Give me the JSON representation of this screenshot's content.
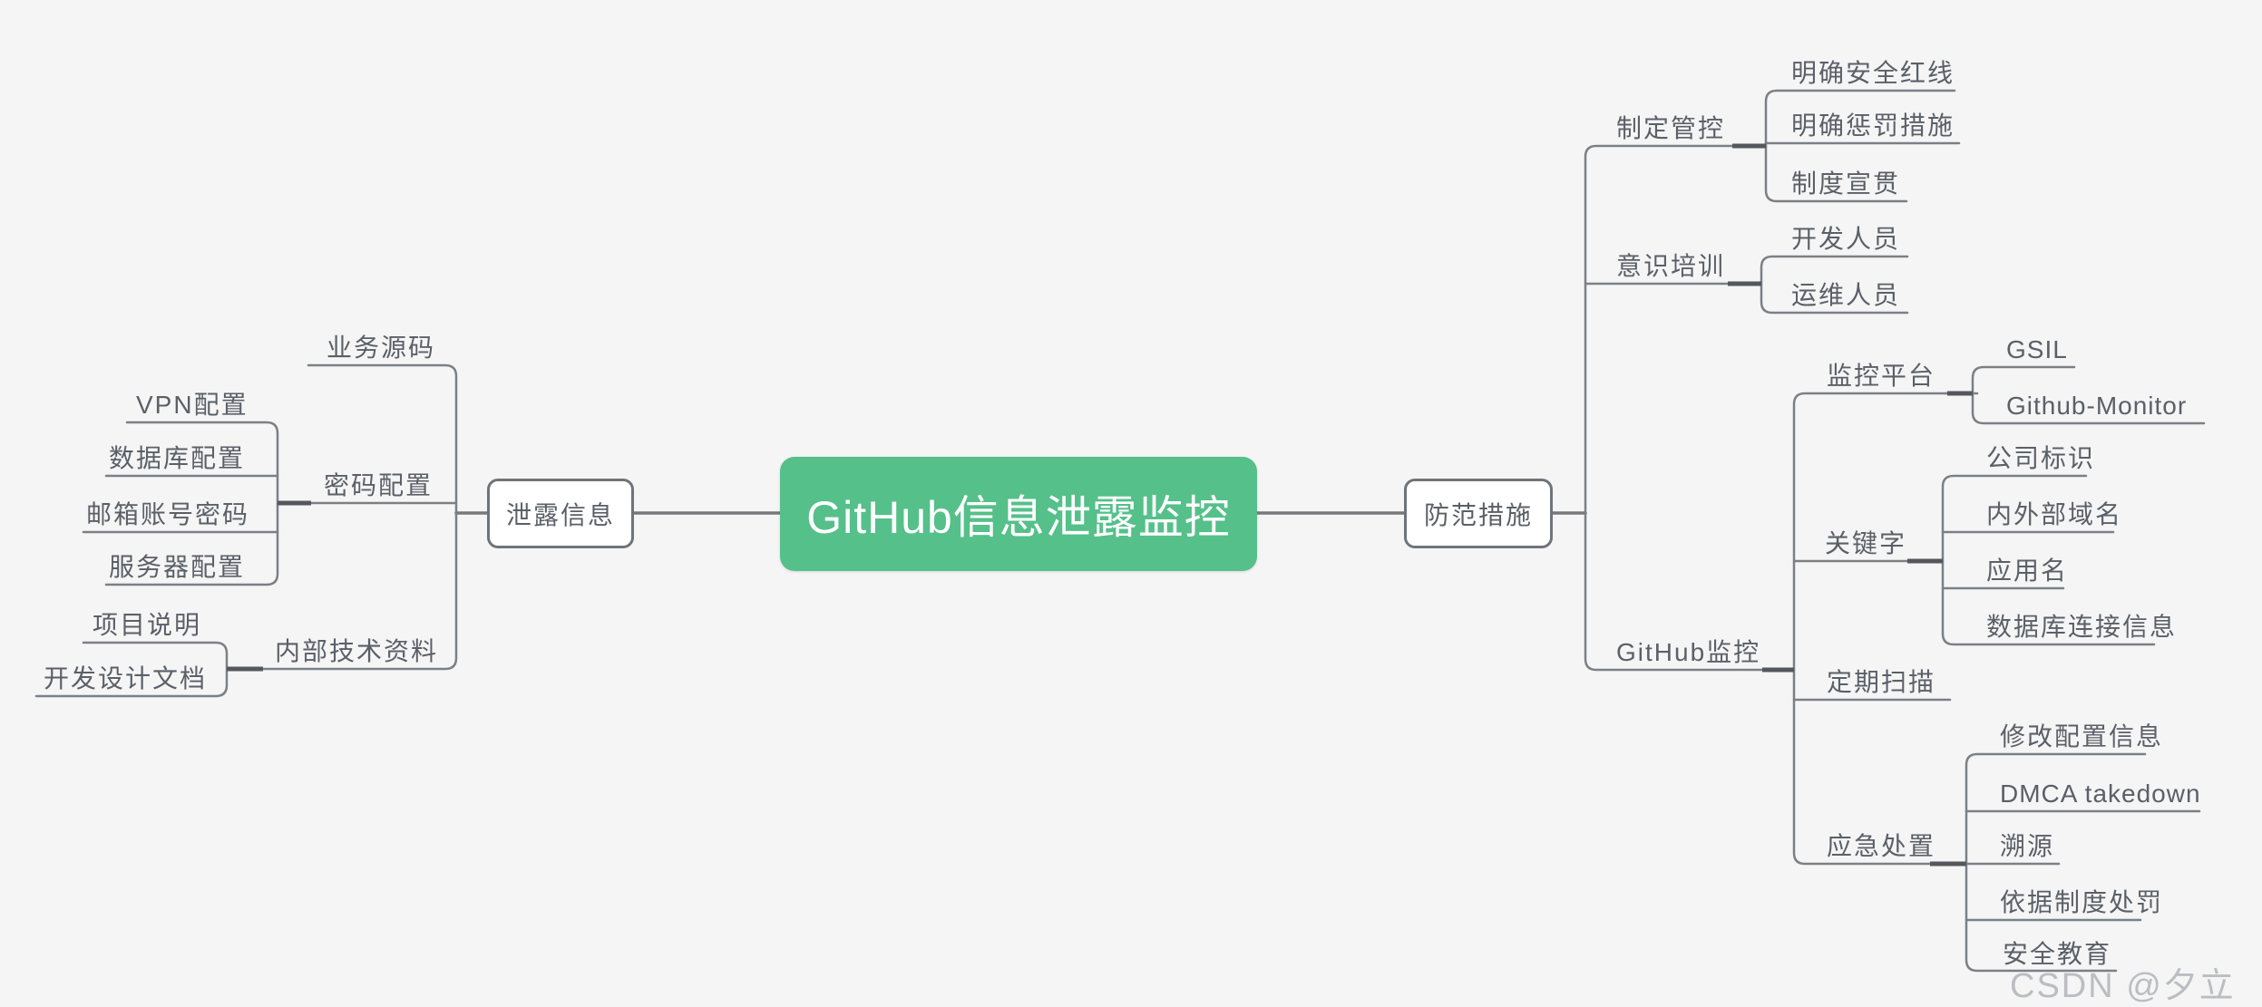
{
  "root": {
    "label": "GitHub信息泄露监控"
  },
  "watermark": {
    "text": "CSDN @夕立"
  },
  "colors": {
    "background": "#f5f5f6",
    "root_bg": "#55c08a",
    "root_text": "#ffffff",
    "line": "#7b8085",
    "junction_line": "#55585c",
    "text": "#5b6067",
    "box_border": "#6f7479",
    "box_bg": "#ffffff"
  },
  "left": {
    "main": {
      "label": "泄露信息"
    },
    "branches": [
      {
        "label": "业务源码",
        "children": []
      },
      {
        "label": "密码配置",
        "children": [
          {
            "label": "VPN配置"
          },
          {
            "label": "数据库配置"
          },
          {
            "label": "邮箱账号密码"
          },
          {
            "label": "服务器配置"
          }
        ]
      },
      {
        "label": "内部技术资料",
        "children": [
          {
            "label": "项目说明"
          },
          {
            "label": "开发设计文档"
          }
        ]
      }
    ]
  },
  "right": {
    "main": {
      "label": "防范措施"
    },
    "branches": [
      {
        "label": "制定管控",
        "children": [
          {
            "label": "明确安全红线"
          },
          {
            "label": "明确惩罚措施"
          },
          {
            "label": "制度宣贯"
          }
        ]
      },
      {
        "label": "意识培训",
        "children": [
          {
            "label": "开发人员"
          },
          {
            "label": "运维人员"
          }
        ]
      },
      {
        "label": "GitHub监控",
        "children": [
          {
            "label": "监控平台",
            "children": [
              {
                "label": "GSIL"
              },
              {
                "label": "Github-Monitor"
              }
            ]
          },
          {
            "label": "关键字",
            "children": [
              {
                "label": "公司标识"
              },
              {
                "label": "内外部域名"
              },
              {
                "label": "应用名"
              },
              {
                "label": "数据库连接信息"
              }
            ]
          },
          {
            "label": "定期扫描",
            "children": []
          },
          {
            "label": "应急处置",
            "children": [
              {
                "label": "修改配置信息"
              },
              {
                "label": "DMCA takedown"
              },
              {
                "label": "溯源"
              },
              {
                "label": "依据制度处罚"
              },
              {
                "label": "安全教育"
              }
            ]
          }
        ]
      }
    ]
  }
}
